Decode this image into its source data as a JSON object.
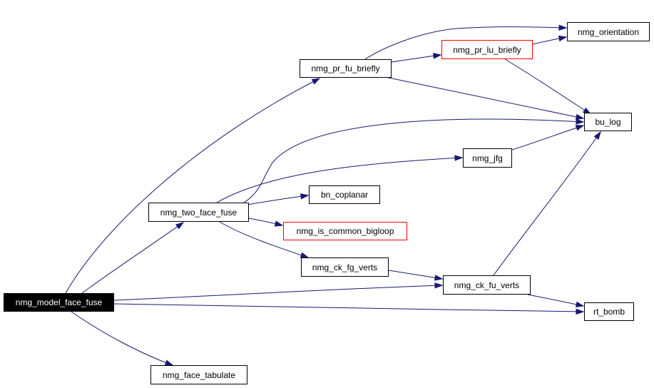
{
  "colors": {
    "edge": "#191970",
    "node_border": "#000000",
    "highlight_border": "#ff0000",
    "root_fill": "#000000",
    "root_text": "#ffffff"
  },
  "nodes": {
    "nmg_model_face_fuse": "nmg_model_face_fuse",
    "nmg_pr_fu_briefly": "nmg_pr_fu_briefly",
    "nmg_pr_lu_briefly": "nmg_pr_lu_briefly",
    "nmg_orientation": "nmg_orientation",
    "bu_log": "bu_log",
    "nmg_jfg": "nmg_jfg",
    "bn_coplanar": "bn_coplanar",
    "nmg_two_face_fuse": "nmg_two_face_fuse",
    "nmg_is_common_bigloop": "nmg_is_common_bigloop",
    "nmg_ck_fg_verts": "nmg_ck_fg_verts",
    "nmg_ck_fu_verts": "nmg_ck_fu_verts",
    "rt_bomb": "rt_bomb",
    "nmg_face_tabulate": "nmg_face_tabulate"
  },
  "edges": [
    {
      "from": "nmg_model_face_fuse",
      "to": "nmg_pr_fu_briefly"
    },
    {
      "from": "nmg_model_face_fuse",
      "to": "nmg_two_face_fuse"
    },
    {
      "from": "nmg_model_face_fuse",
      "to": "nmg_ck_fu_verts"
    },
    {
      "from": "nmg_model_face_fuse",
      "to": "rt_bomb"
    },
    {
      "from": "nmg_model_face_fuse",
      "to": "nmg_face_tabulate"
    },
    {
      "from": "nmg_pr_fu_briefly",
      "to": "nmg_orientation"
    },
    {
      "from": "nmg_pr_fu_briefly",
      "to": "nmg_pr_lu_briefly"
    },
    {
      "from": "nmg_pr_fu_briefly",
      "to": "bu_log"
    },
    {
      "from": "nmg_pr_lu_briefly",
      "to": "nmg_orientation"
    },
    {
      "from": "nmg_pr_lu_briefly",
      "to": "bu_log"
    },
    {
      "from": "nmg_two_face_fuse",
      "to": "bu_log"
    },
    {
      "from": "nmg_two_face_fuse",
      "to": "nmg_jfg"
    },
    {
      "from": "nmg_two_face_fuse",
      "to": "bn_coplanar"
    },
    {
      "from": "nmg_two_face_fuse",
      "to": "nmg_is_common_bigloop"
    },
    {
      "from": "nmg_two_face_fuse",
      "to": "nmg_ck_fg_verts"
    },
    {
      "from": "nmg_jfg",
      "to": "bu_log"
    },
    {
      "from": "nmg_ck_fg_verts",
      "to": "nmg_ck_fu_verts"
    },
    {
      "from": "nmg_ck_fu_verts",
      "to": "bu_log"
    },
    {
      "from": "nmg_ck_fu_verts",
      "to": "rt_bomb"
    }
  ]
}
